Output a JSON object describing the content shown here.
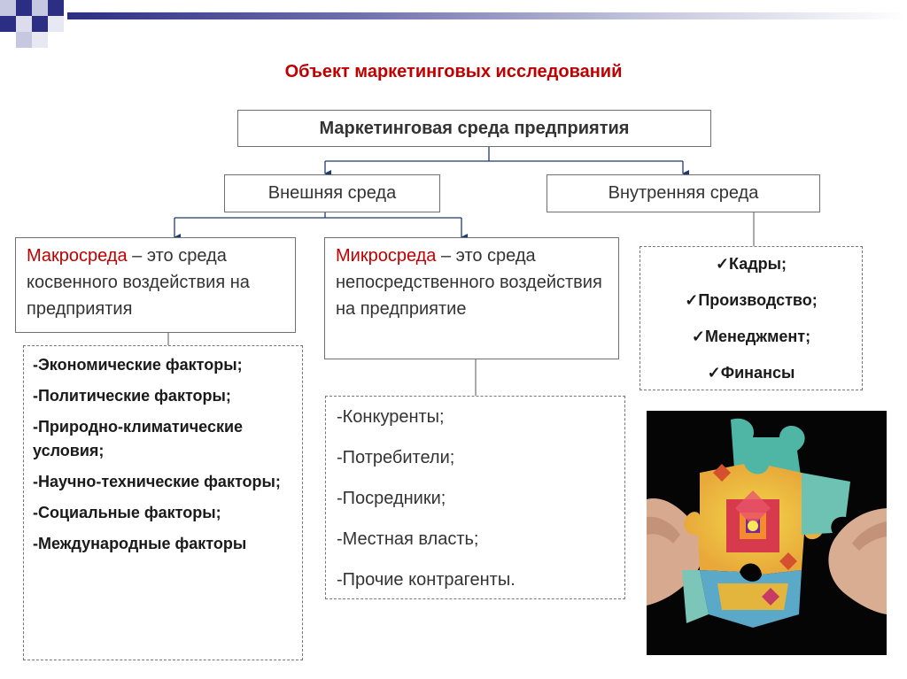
{
  "title": "Объект маркетинговых исследований",
  "root": "Маркетинговая среда предприятия",
  "external": "Внешняя среда",
  "internal": "Внутренняя среда",
  "macro": {
    "term": "Макросреда",
    "rest": " – это среда косвенного воздействия на предприятия"
  },
  "micro": {
    "term": "Микросреда",
    "rest": " – это среда непосредственного воздействия на предприятие"
  },
  "macro_factors": [
    "-Экономические факторы;",
    "-Политические факторы;",
    "-Природно-климатические условия;",
    "-Научно-технические факторы;",
    "-Социальные факторы;",
    "-Международные факторы"
  ],
  "micro_factors": [
    "-Конкуренты;",
    "-Потребители;",
    "-Посредники;",
    "-Местная власть;",
    "-Прочие контрагенты."
  ],
  "internal_factors": [
    "✓Кадры;",
    "✓Производство;",
    "✓Менеджмент;",
    "✓Финансы"
  ],
  "photo_icon": "puzzle-pieces-photo"
}
